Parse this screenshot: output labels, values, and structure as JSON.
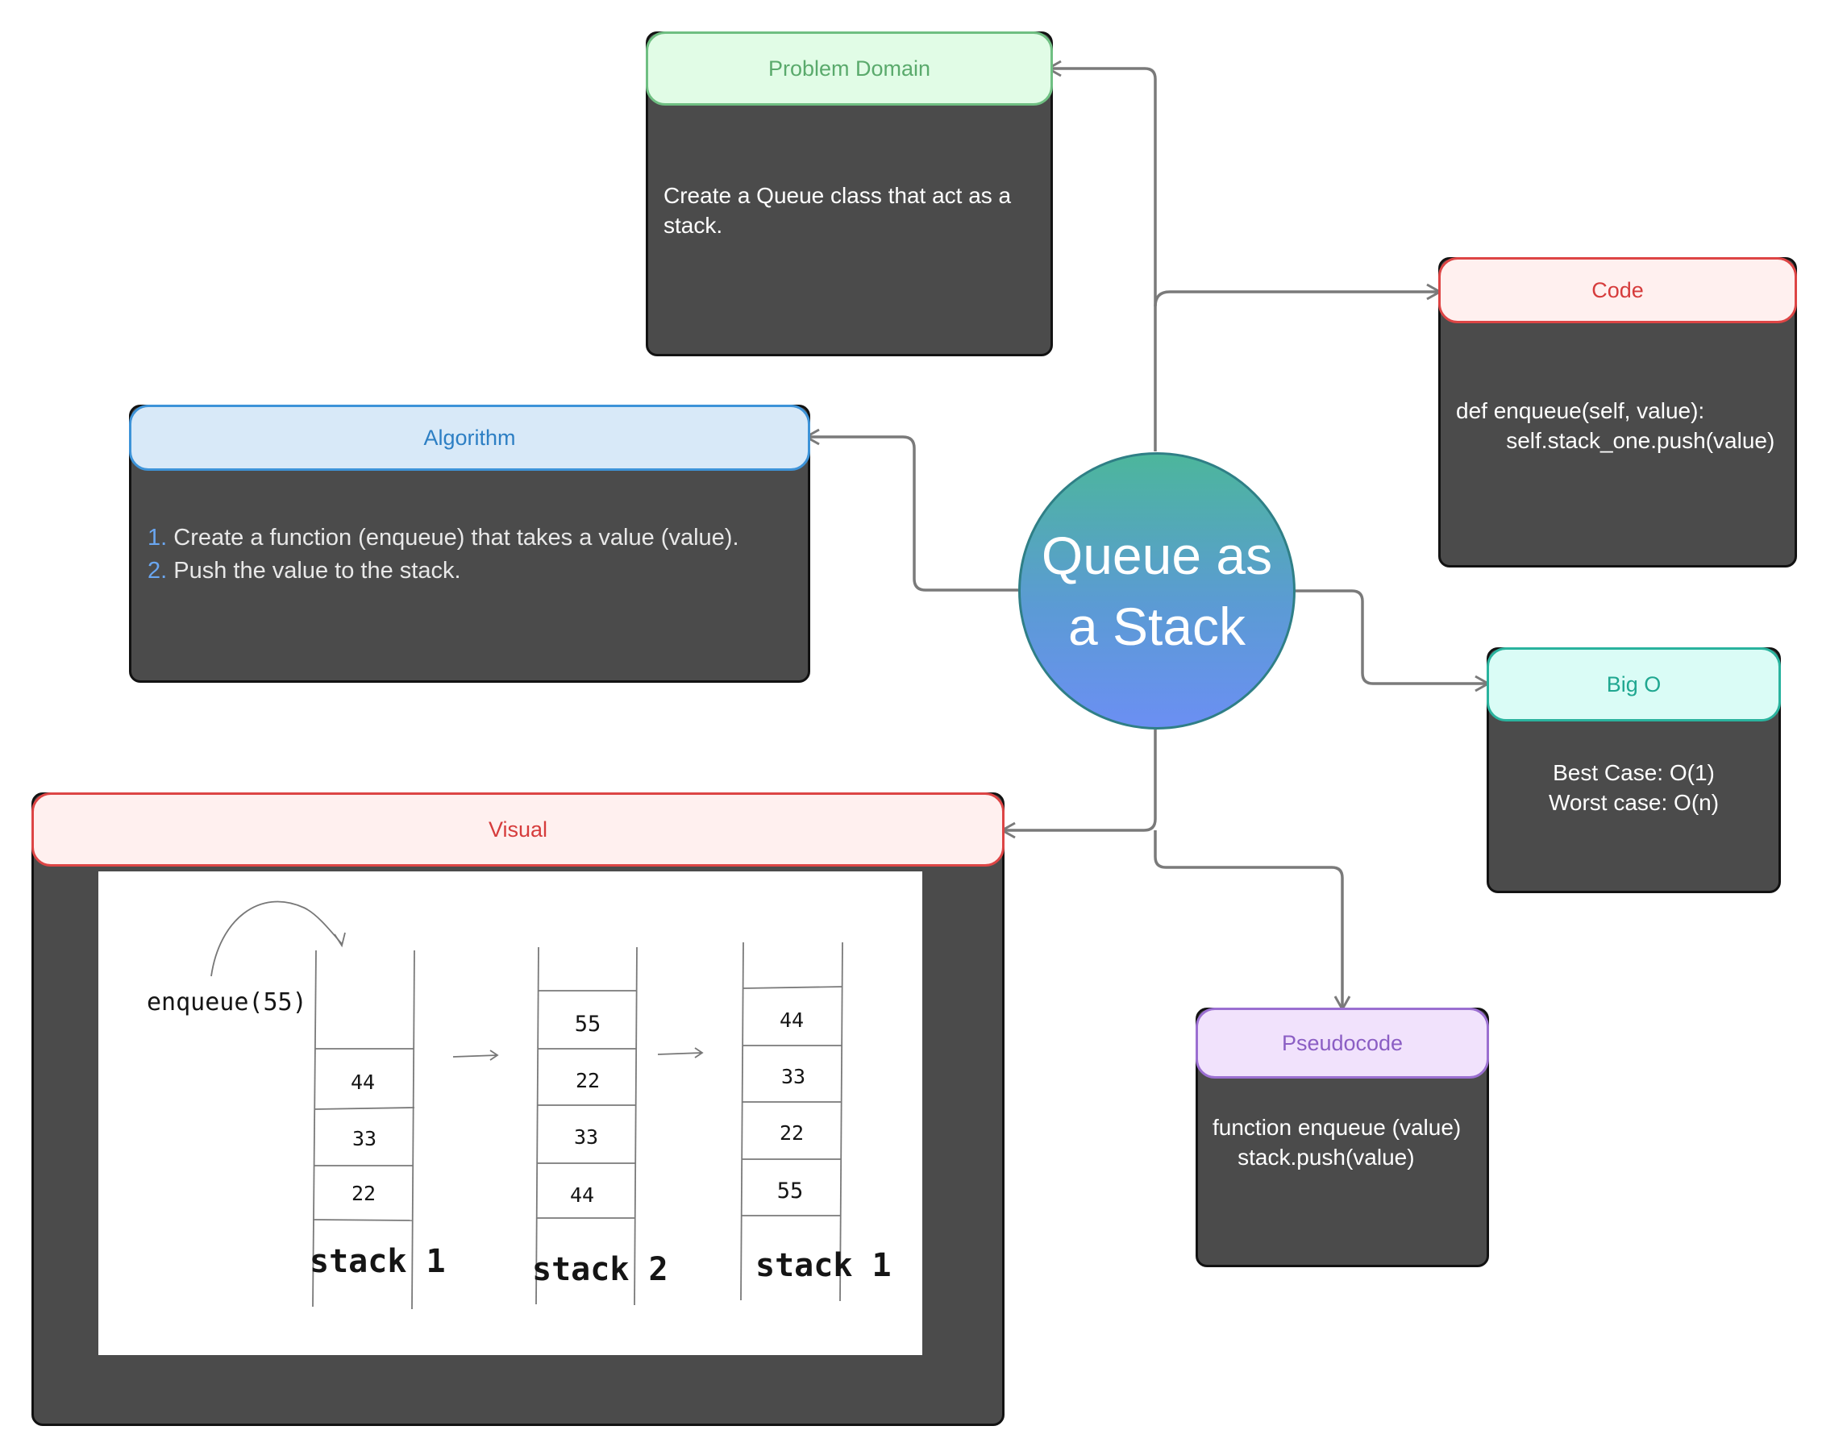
{
  "center": {
    "line1": "Queue as",
    "line2": "a Stack"
  },
  "problem": {
    "title": "Problem Domain",
    "text": "Create a Queue class that act as a\nstack."
  },
  "code": {
    "title": "Code",
    "line1": "def enqueue(self, value):",
    "line2": "        self.stack_one.push(value)"
  },
  "algorithm": {
    "title": "Algorithm",
    "steps": [
      {
        "num": "1.",
        "text": "Create a function (enqueue) that takes a value (value)."
      },
      {
        "num": "2.",
        "text": "Push the value to the stack."
      }
    ]
  },
  "bigo": {
    "title": "Big O",
    "best": "Best Case: O(1)",
    "worst": "Worst case: O(n)"
  },
  "visual": {
    "title": "Visual",
    "call_label": "enqueue(55)",
    "stacks": [
      {
        "label": "stack 1",
        "cells": [
          "44",
          "33",
          "22"
        ]
      },
      {
        "label": "stack 2",
        "cells": [
          "55",
          "22",
          "33",
          "44"
        ]
      },
      {
        "label": "stack 1",
        "cells": [
          "44",
          "33",
          "22",
          "55"
        ]
      }
    ]
  },
  "pseudocode": {
    "title": "Pseudocode",
    "line1": "function enqueue (value)",
    "line2": "    stack.push(value)"
  },
  "colors": {
    "card_bg": "#4b4b4b",
    "problem": "#6fbf82",
    "code": "#dd4545",
    "algorithm": "#3d93d8",
    "bigo": "#2ab39e",
    "visual": "#dd4545",
    "pseudocode": "#9b6fd1"
  }
}
